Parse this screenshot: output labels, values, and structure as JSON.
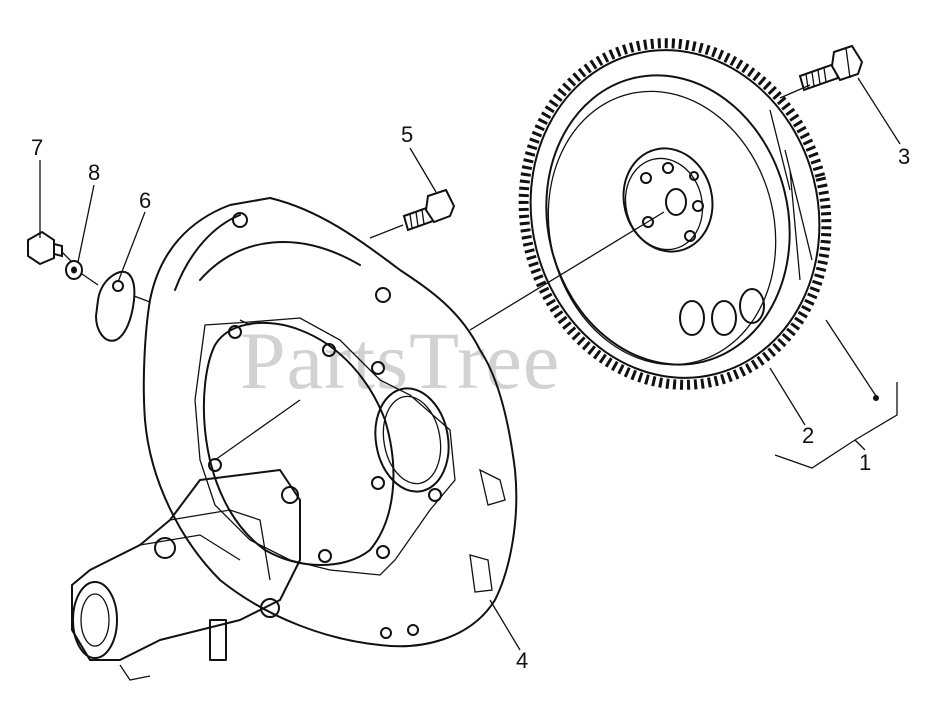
{
  "watermark": "PartsTree",
  "callouts": [
    {
      "id": "7",
      "label": "7"
    },
    {
      "id": "8",
      "label": "8"
    },
    {
      "id": "6",
      "label": "6"
    },
    {
      "id": "5",
      "label": "5"
    },
    {
      "id": "3",
      "label": "3"
    },
    {
      "id": "2",
      "label": "2"
    },
    {
      "id": "1",
      "label": "1"
    },
    {
      "id": "4",
      "label": "4"
    }
  ],
  "parts": [
    {
      "callout": "1",
      "name": "flywheel-assembly"
    },
    {
      "callout": "2",
      "name": "flywheel-ring-gear"
    },
    {
      "callout": "3",
      "name": "flywheel-bolt"
    },
    {
      "callout": "4",
      "name": "flywheel-housing"
    },
    {
      "callout": "5",
      "name": "housing-bolt"
    },
    {
      "callout": "6",
      "name": "cover-plate"
    },
    {
      "callout": "7",
      "name": "plug-bolt"
    },
    {
      "callout": "8",
      "name": "washer"
    }
  ],
  "colors": {
    "line": "#111111",
    "background": "#ffffff",
    "watermark": "#d2d2d2"
  }
}
